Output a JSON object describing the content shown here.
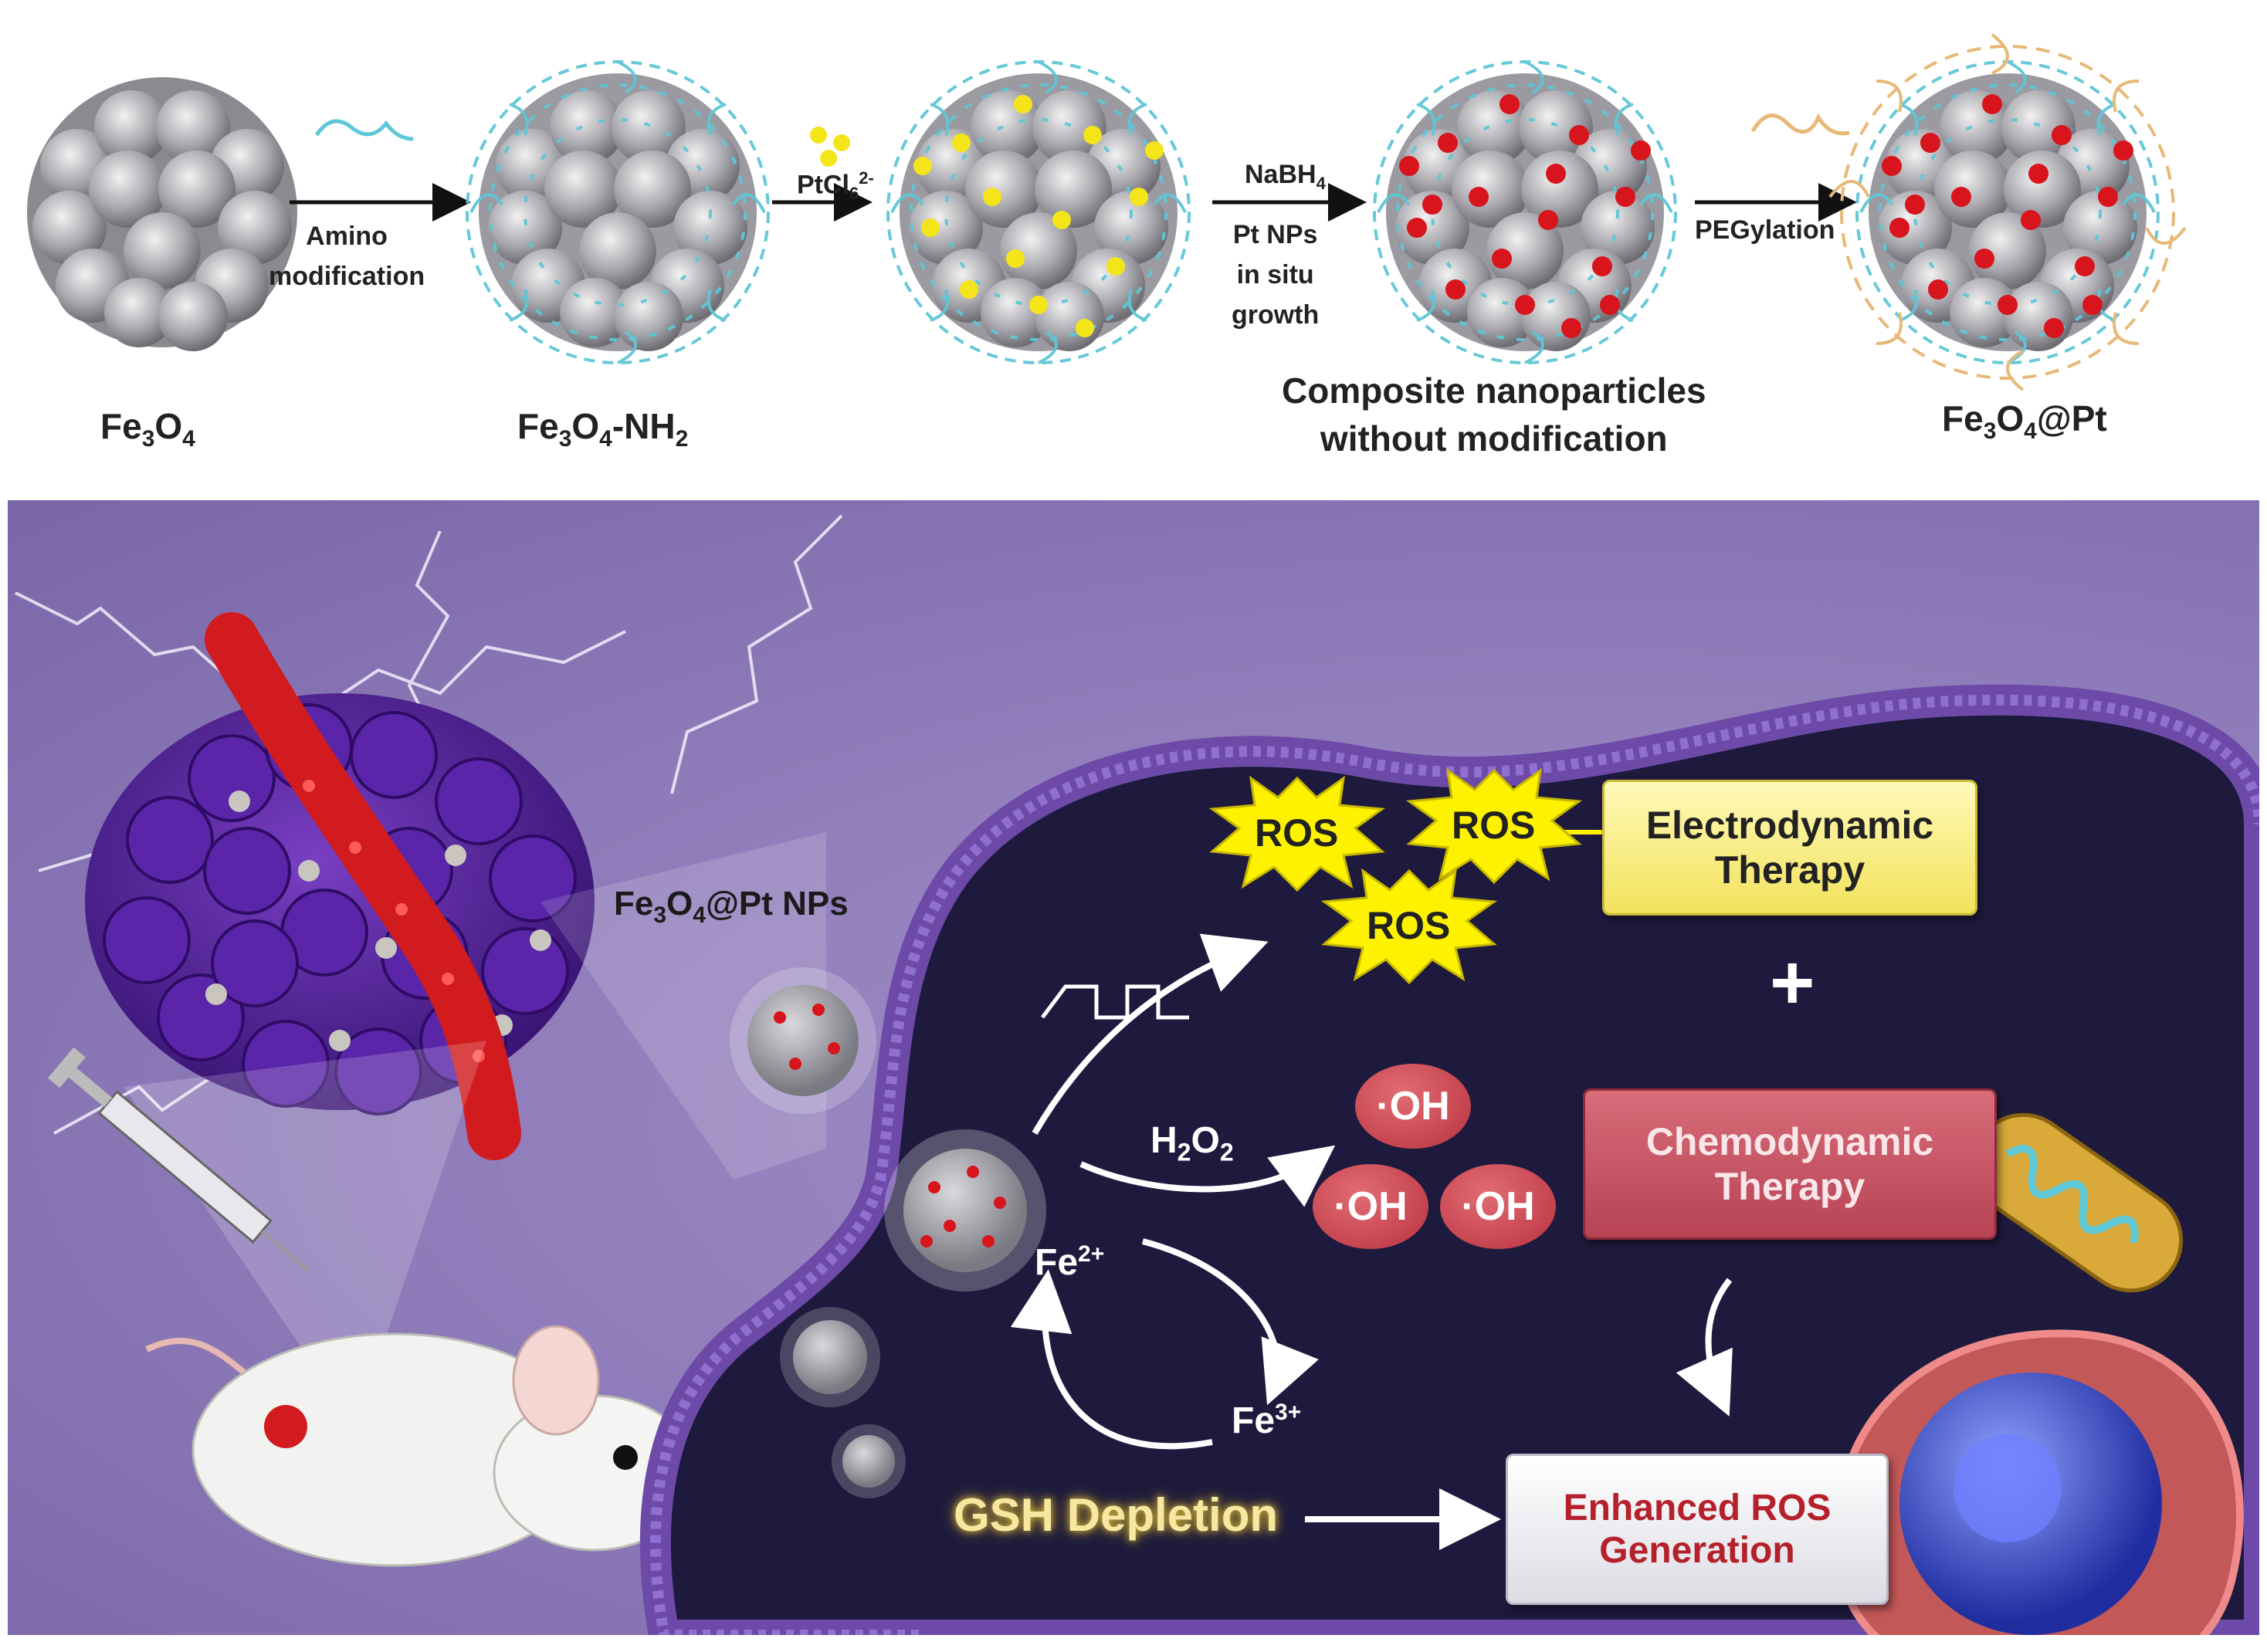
{
  "synthesis": {
    "species": {
      "fe3o4": {
        "main": "Fe",
        "s1": "3",
        "mid": "O",
        "s2": "4"
      },
      "fe3o4_nh2": {
        "main": "Fe",
        "s1": "3",
        "mid": "O",
        "s2": "4",
        "tail": "-NH",
        "s3": "2"
      },
      "composite_line1": "Composite nanoparticles",
      "composite_line2": "without modification",
      "fe3o4_pt": {
        "main": "Fe",
        "s1": "3",
        "mid": "O",
        "s2": "4",
        "tail": "@Pt"
      }
    },
    "steps": {
      "amino_line1": "Amino",
      "amino_line2": "modification",
      "ptcl": {
        "main": "PtCl",
        "sub": "6",
        "sup": "2-"
      },
      "nabh": {
        "main": "NaBH",
        "sub": "4"
      },
      "insitu_line1": "Pt NPs",
      "insitu_line2": "in situ",
      "insitu_line3": "growth",
      "peg": "PEGylation"
    }
  },
  "mechanism": {
    "nps_label": {
      "main": "Fe",
      "s1": "3",
      "mid": "O",
      "s2": "4",
      "tail": "@Pt NPs"
    },
    "ros": [
      "ROS",
      "ROS",
      "ROS"
    ],
    "edt_line1": "Electrodynamic",
    "edt_line2": "Therapy",
    "plus": "+",
    "h2o2": {
      "main": "H",
      "s1": "2",
      "mid": "O",
      "s2": "2"
    },
    "oh": [
      "·OH",
      "·OH",
      "·OH"
    ],
    "cdt_line1": "Chemodynamic",
    "cdt_line2": "Therapy",
    "fe2": {
      "main": "Fe",
      "sup": "2+"
    },
    "fe3": {
      "main": "Fe",
      "sup": "3+"
    },
    "gsh": "GSH Depletion",
    "enh_line1": "Enhanced ROS",
    "enh_line2": "Generation"
  },
  "colors": {
    "panel_bg": "#8e7bb9",
    "cell_interior": "#1d1a3d",
    "membrane": "#6d4aa8",
    "ros_star": "#fff200",
    "edt_box": "#f6ea7c",
    "cdt_box": "#c0505f",
    "oh_bubble": "#c13c48",
    "enhanced_text": "#b5202b",
    "ligand": "#5fc7d6",
    "pt_dots": "#d8141c",
    "ptcl_dots": "#f4e51b",
    "peg": "#e8b877"
  }
}
